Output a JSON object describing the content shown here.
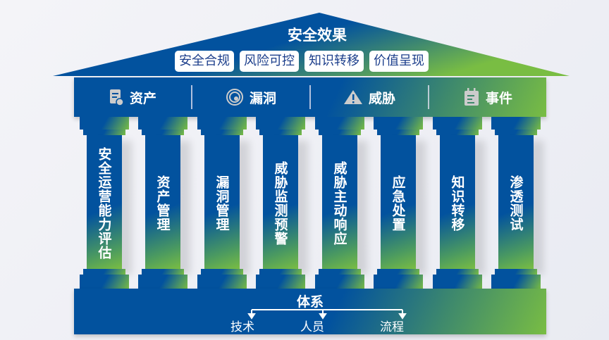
{
  "roof": {
    "title": "安全效果",
    "pills": [
      "安全合规",
      "风险可控",
      "知识转移",
      "价值呈现"
    ]
  },
  "categories": [
    {
      "label": "资产",
      "icon": "asset-document-icon"
    },
    {
      "label": "漏洞",
      "icon": "vulnerability-scan-icon"
    },
    {
      "label": "威胁",
      "icon": "warning-triangle-icon"
    },
    {
      "label": "事件",
      "icon": "calendar-event-icon"
    }
  ],
  "pillars": [
    "安全运营能力评估",
    "资产管理",
    "漏洞管理",
    "威胁监测预警",
    "威胁主动响应",
    "应急处置",
    "知识转移",
    "渗透测试"
  ],
  "foundation": {
    "title": "体系",
    "items": [
      "技术",
      "人员",
      "流程"
    ]
  },
  "colors": {
    "blue": "#02529e",
    "green": "#79bd43"
  }
}
